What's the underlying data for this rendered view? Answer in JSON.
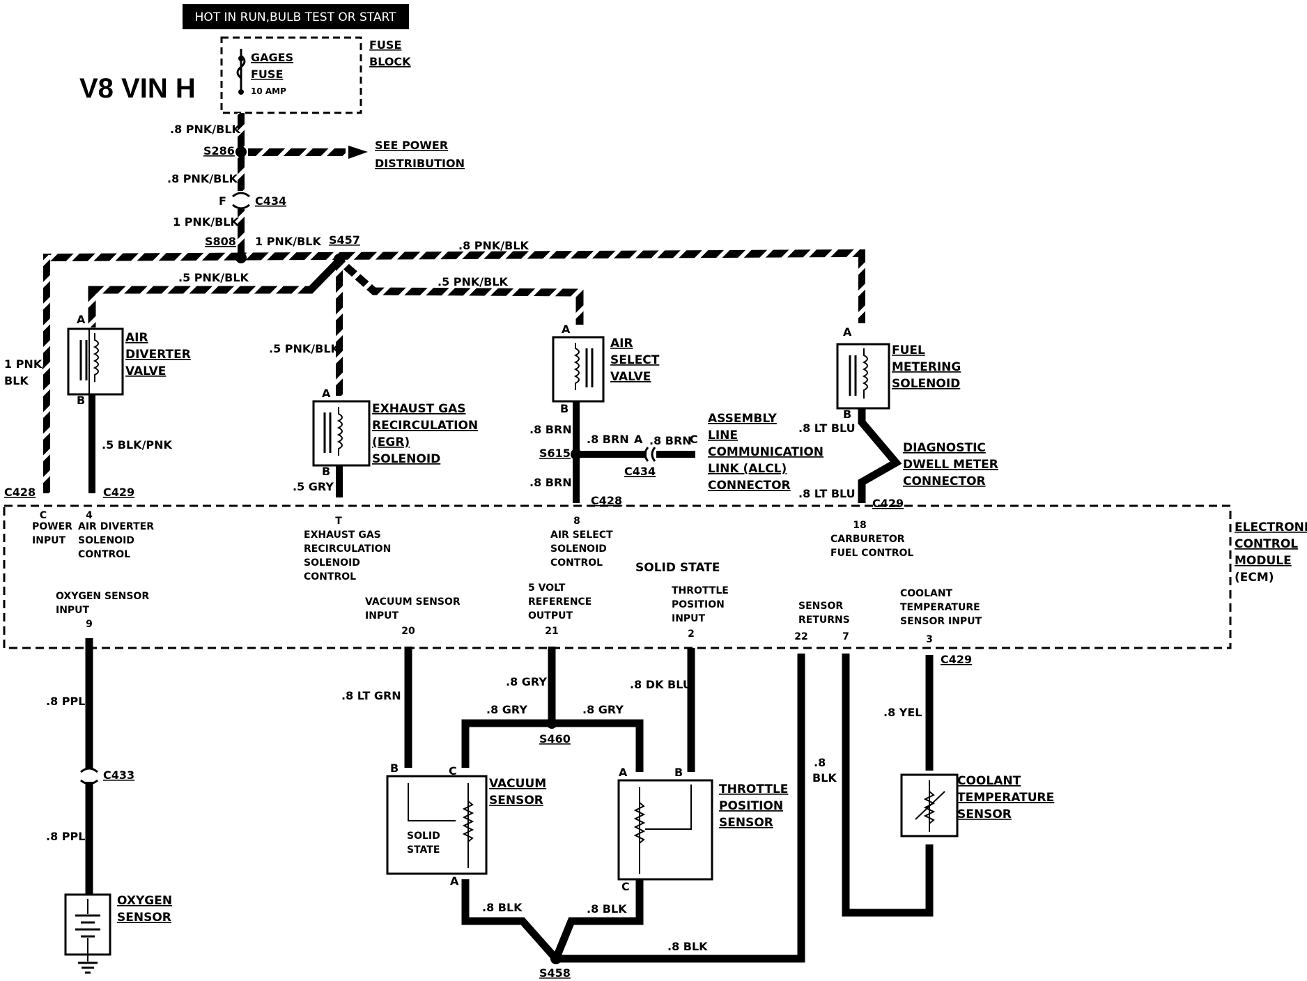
{
  "header": {
    "hot_label": "HOT IN RUN,BULB TEST OR START",
    "title": "V8 VIN H",
    "fuse_block_1": "FUSE",
    "fuse_block_2": "BLOCK",
    "fuse_name_1": "GAGES",
    "fuse_name_2": "FUSE",
    "fuse_rating": "10 AMP"
  },
  "power": {
    "see_power_1": "SEE POWER",
    "see_power_2": "DISTRIBUTION"
  },
  "wires": {
    "w1": ".8 PNK/BLK",
    "w2": ".8 PNK/BLK",
    "w3": "1 PNK/BLK",
    "w4": "1 PNK/BLK",
    "w5": ".8 PNK/BLK",
    "w6": ".5 PNK/BLK",
    "w7": ".5 PNK/BLK",
    "w8": ".5 PNK/BLK",
    "w9a": "1 PNK/",
    "w9b": "BLK",
    "w10": ".5 BLK/PNK",
    "w11": ".5 GRY",
    "w12": ".8 BRN",
    "w13": ".8 BRN",
    "w14": ".8 BRN",
    "w15": ".8 BRN",
    "w16": ".8 LT BLU",
    "w17": ".8 LT BLU",
    "w18": ".8 PPL",
    "w19": ".8 PPL",
    "w20": ".8 LT GRN",
    "w21": ".8 GRY",
    "w22": ".8 GRY",
    "w23": ".8 GRY",
    "w24": ".8 DK BLU",
    "w25a": ".8",
    "w25b": "BLK",
    "w26": ".8 YEL",
    "w27": ".8 BLK",
    "w28": ".8 BLK",
    "w29": ".8 BLK"
  },
  "splices": {
    "s286": "S286",
    "s808": "S808",
    "s457": "S457",
    "s615": "S615",
    "s460": "S460",
    "s458": "S458"
  },
  "connectors": {
    "c434_top": "C434",
    "c434_f": "F",
    "c428_left": "C428",
    "c429_left": "C429",
    "c428_mid": "C428",
    "c429_right": "C429",
    "c434_alcl": "C434",
    "c429_bottom": "C429",
    "c433": "C433"
  },
  "pins": {
    "adv_a": "A",
    "adv_b": "B",
    "egr_a": "A",
    "egr_b": "B",
    "asv_a": "A",
    "asv_b": "B",
    "fms_a": "A",
    "fms_b": "B",
    "alcl_a": "A",
    "alcl_c": "C",
    "vac_b": "B",
    "vac_c": "C",
    "vac_a": "A",
    "tps_a": "A",
    "tps_b": "B",
    "tps_c": "C"
  },
  "components": {
    "air_diverter": [
      "AIR",
      "DIVERTER",
      "VALVE"
    ],
    "egr": [
      "EXHAUST GAS",
      "RECIRCULATION",
      "(EGR)",
      "SOLENOID"
    ],
    "air_select": [
      "AIR",
      "SELECT",
      "VALVE"
    ],
    "fuel_metering": [
      "FUEL",
      "METERING",
      "SOLENOID"
    ],
    "alcl": [
      "ASSEMBLY",
      "LINE",
      "COMMUNICATION",
      "LINK (ALCL)",
      "CONNECTOR"
    ],
    "dwell": [
      "DIAGNOSTIC",
      "DWELL METER",
      "CONNECTOR"
    ],
    "vacuum_sensor": [
      "VACUUM",
      "SENSOR"
    ],
    "vacuum_inner": [
      "SOLID",
      "STATE"
    ],
    "throttle_sensor": [
      "THROTTLE",
      "POSITION",
      "SENSOR"
    ],
    "coolant_sensor": [
      "COOLANT",
      "TEMPERATURE",
      "SENSOR"
    ],
    "oxygen_sensor": [
      "OXYGEN",
      "SENSOR"
    ]
  },
  "ecm": {
    "name": [
      "ELECTRONIC",
      "CONTROL",
      "MODULE",
      "(ECM)"
    ],
    "solid_state": "SOLID STATE",
    "top_terminals": [
      {
        "pin": "C",
        "lines": [
          "POWER",
          "INPUT"
        ]
      },
      {
        "pin": "4",
        "lines": [
          "AIR DIVERTER",
          "SOLENOID",
          "CONTROL"
        ]
      },
      {
        "pin": "T",
        "lines": [
          "EXHAUST GAS",
          "RECIRCULATION",
          "SOLENOID",
          "CONTROL"
        ]
      },
      {
        "pin": "8",
        "lines": [
          "AIR SELECT",
          "SOLENOID",
          "CONTROL"
        ]
      },
      {
        "pin": "18",
        "lines": [
          "CARBURETOR",
          "FUEL CONTROL"
        ]
      }
    ],
    "bottom_terminals": [
      {
        "pin": "9",
        "lines": [
          "OXYGEN SENSOR",
          "INPUT"
        ]
      },
      {
        "pin": "20",
        "lines": [
          "VACUUM SENSOR",
          "INPUT"
        ]
      },
      {
        "pin": "21",
        "lines": [
          "5 VOLT",
          "REFERENCE",
          "OUTPUT"
        ]
      },
      {
        "pin": "2",
        "lines": [
          "THROTTLE",
          "POSITION",
          "INPUT"
        ]
      },
      {
        "pin": "22",
        "lines": [
          "SENSOR",
          "RETURNS"
        ]
      },
      {
        "pin": "7",
        "lines": []
      },
      {
        "pin": "3",
        "lines": [
          "COOLANT",
          "TEMPERATURE",
          "SENSOR INPUT"
        ]
      }
    ]
  }
}
